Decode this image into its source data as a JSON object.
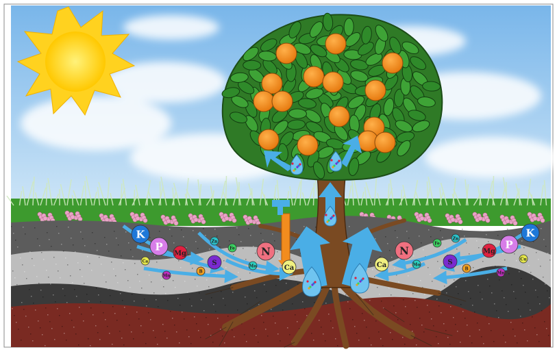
{
  "colors": {
    "sky": "#8fc4ec",
    "grass": "#3d9a2e",
    "soil_top": "#5a5a5a",
    "soil_light": "#bdbdbd",
    "soil_dark": "#3a3a3a",
    "soil_red": "#7a2a22",
    "trunk": "#7a4a22",
    "leaf": "#2f8a2a",
    "fruit": "#f28c1e",
    "arrow": "#4aaee6",
    "sun": "#ffd21f",
    "flower": "#e8a6c8"
  },
  "nutrients": {
    "left": [
      {
        "label": "K",
        "color": "#1e78d8",
        "size": "l"
      },
      {
        "label": "P",
        "color": "#d77de8",
        "size": "l"
      },
      {
        "label": "Mg",
        "color": "#e02040",
        "size": "m"
      },
      {
        "label": "S",
        "color": "#7a2ad0",
        "size": "m"
      },
      {
        "label": "Ca",
        "color": "#e6e84a",
        "size": "s"
      },
      {
        "label": "Mn",
        "color": "#c030c0",
        "size": "s"
      },
      {
        "label": "Zn",
        "color": "#2ac0c8",
        "size": "s"
      },
      {
        "label": "Fe",
        "color": "#3ad060",
        "size": "s"
      },
      {
        "label": "Mo",
        "color": "#2ad0c0",
        "size": "s"
      },
      {
        "label": "B",
        "color": "#f0a020",
        "size": "s"
      },
      {
        "label": "N",
        "color": "#f07080",
        "size": "l"
      },
      {
        "label": "Ca",
        "color": "#f0f080",
        "size": "m"
      }
    ],
    "right": [
      {
        "label": "N",
        "color": "#f07080",
        "size": "l"
      },
      {
        "label": "Ca",
        "color": "#f0f080",
        "size": "m"
      },
      {
        "label": "Fe",
        "color": "#3ad060",
        "size": "s"
      },
      {
        "label": "Zn",
        "color": "#2ac0c8",
        "size": "s"
      },
      {
        "label": "Mo",
        "color": "#2ad0c0",
        "size": "s"
      },
      {
        "label": "S",
        "color": "#7a2ad0",
        "size": "m"
      },
      {
        "label": "B",
        "color": "#f0a020",
        "size": "s"
      },
      {
        "label": "Mg",
        "color": "#e02040",
        "size": "m"
      },
      {
        "label": "P",
        "color": "#d77de8",
        "size": "l"
      },
      {
        "label": "K",
        "color": "#1e78d8",
        "size": "l"
      },
      {
        "label": "Cu",
        "color": "#e6e84a",
        "size": "s"
      },
      {
        "label": "Mn",
        "color": "#c030c0",
        "size": "s"
      }
    ]
  }
}
